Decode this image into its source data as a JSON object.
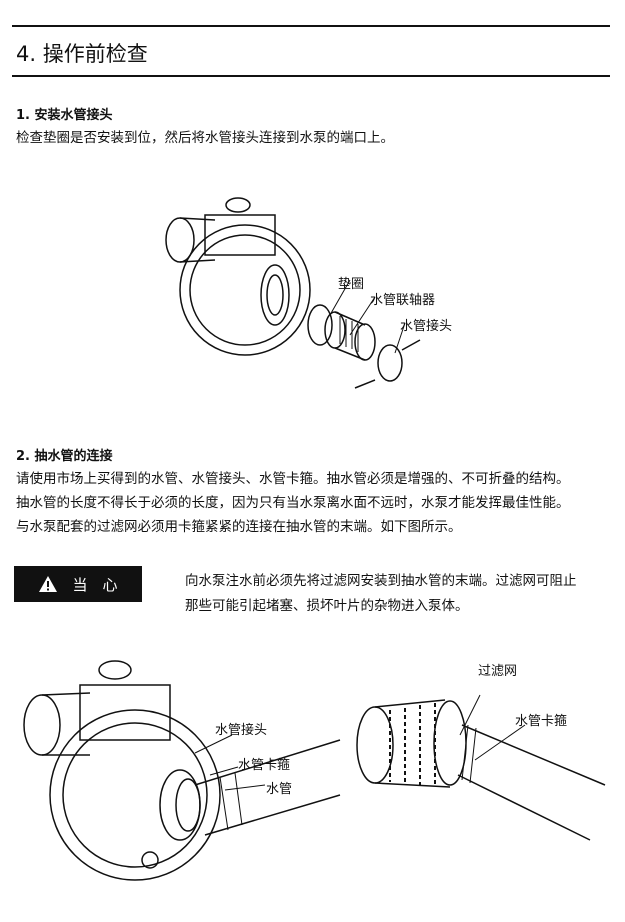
{
  "section": {
    "title": "4. 操作前检查"
  },
  "step1": {
    "heading": "1. 安装水管接头",
    "text": "检查垫圈是否安装到位，然后将水管接头连接到水泵的端口上。",
    "labels": {
      "gasket": "垫圈",
      "coupling": "水管联轴器",
      "connector": "水管接头"
    }
  },
  "step2": {
    "heading": "2. 抽水管的连接",
    "lines": [
      "请使用市场上买得到的水管、水管接头、水管卡箍。抽水管必须是增强的、不可折叠的结构。",
      "抽水管的长度不得长于必须的长度，因为只有当水泵离水面不远时，水泵才能发挥最佳性能。",
      "与水泵配套的过滤网必须用卡箍紧紧的连接在抽水管的末端。如下图所示。"
    ]
  },
  "caution": {
    "label": "当　心",
    "text_lines": [
      "向水泵注水前必须先将过滤网安装到抽水管的末端。过滤网可阻止",
      "那些可能引起堵塞、损坏叶片的杂物进入泵体。"
    ]
  },
  "figure2": {
    "labels": {
      "connector": "水管接头",
      "clamp": "水管卡箍",
      "hose": "水管",
      "strainer": "过滤网",
      "strainer_clamp": "水管卡箍"
    }
  }
}
